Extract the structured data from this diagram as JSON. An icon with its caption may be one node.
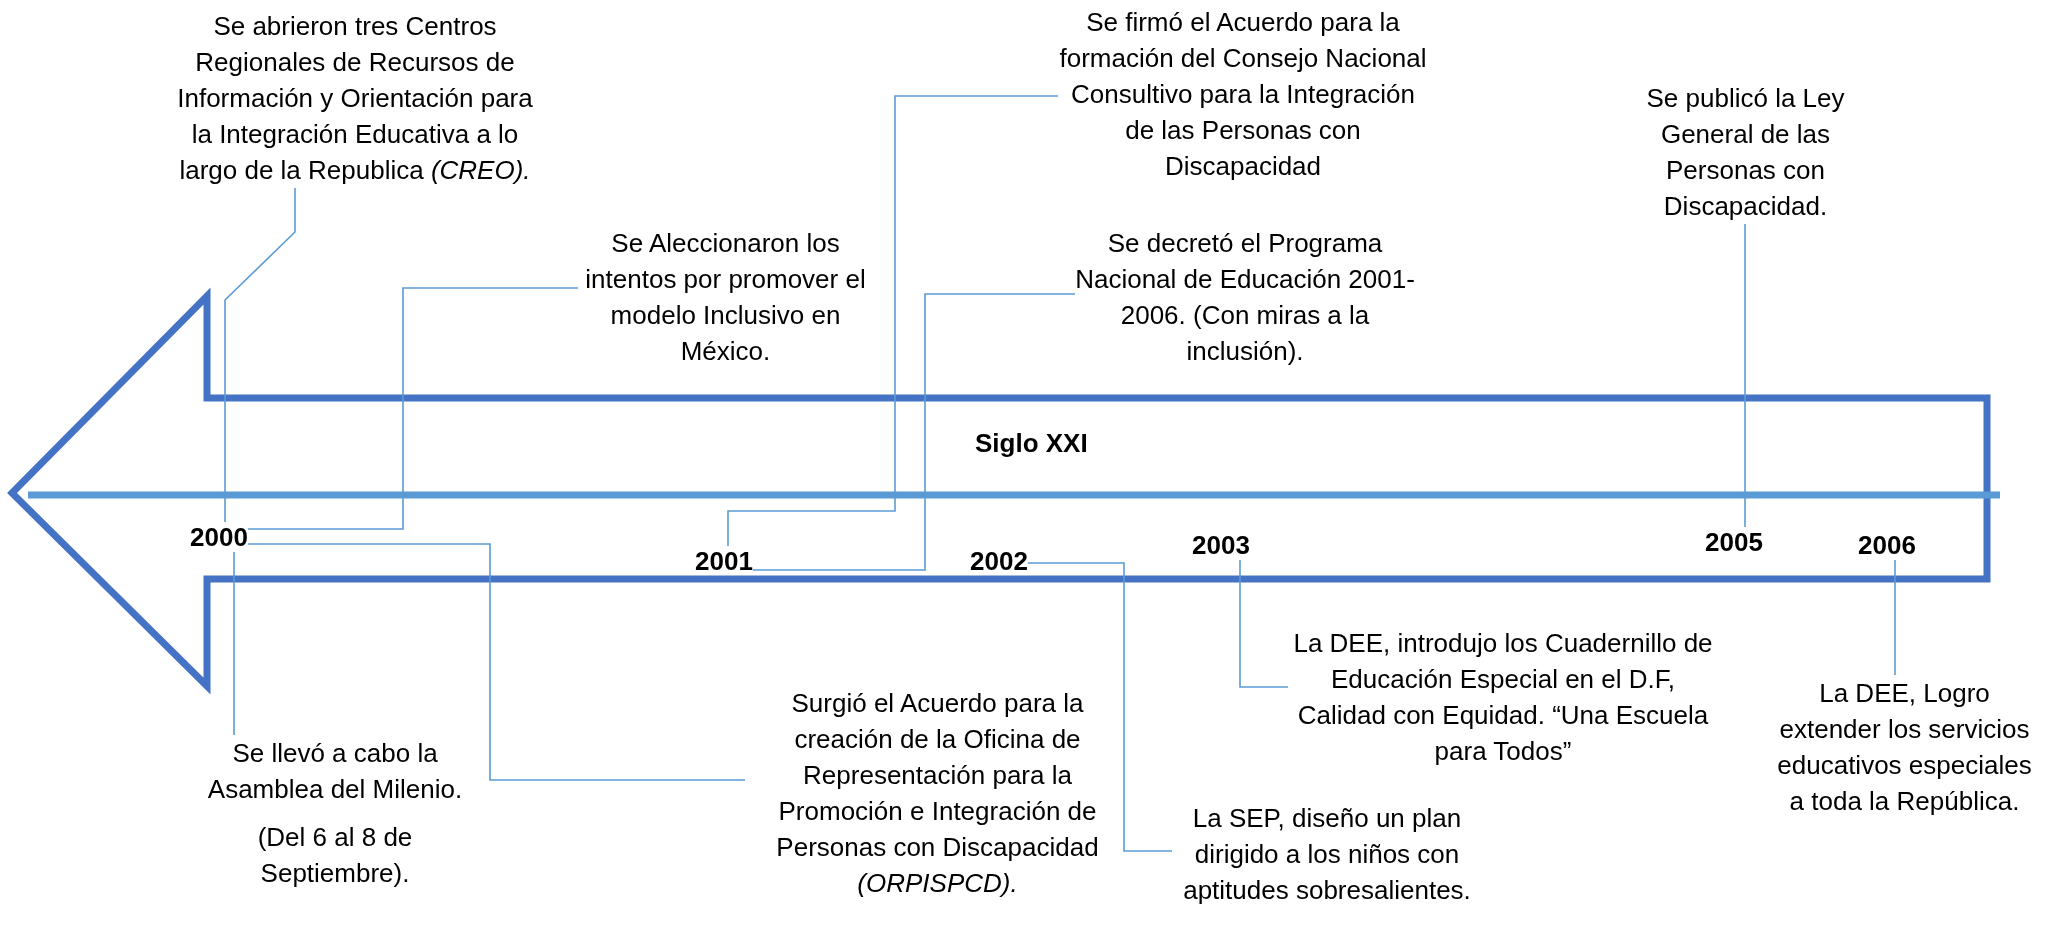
{
  "diagram": {
    "nodes": [
      {
        "text": [
          "Siglo XXI"
        ]
      },
      {
        "text": [
          "2000"
        ],
        "in": 0
      },
      {
        "text": [
          "2001"
        ],
        "in": 0
      },
      {
        "text": [
          "2002"
        ],
        "in": 0
      },
      {
        "text": [
          "2003"
        ],
        "in": 0
      },
      {
        "text": [
          "2005"
        ],
        "in": 0
      },
      {
        "text": [
          "2006"
        ],
        "in": 0
      },
      {
        "text": [
          "Se abrieron tres Centros Regionales de Recursos de Información y Orientación para la Integración Educativa a lo largo de la Republica *(CREO).*"
        ]
      },
      {
        "text": [
          "Se Aleccionaron los intentos por promover el modelo Inclusivo en México."
        ]
      },
      {
        "text": [
          "Se firmó el Acuerdo para la formación del Consejo Nacional Consultivo para la Integración de las Personas con Discapacidad"
        ]
      },
      {
        "text": [
          "Se decretó el Programa Nacional de Educación 2001-2006. (Con miras a la inclusión)."
        ]
      },
      {
        "text": [
          "Se publicó la Ley General de las Personas con Discapacidad."
        ]
      },
      {
        "text": [
          "Se llevó a cabo la Asamblea del Milenio.",
          "(Del 6 al 8 de Septiembre)."
        ]
      },
      {
        "text": [
          "Surgió el Acuerdo para la creación de la Oficina de Representación para la Promoción e Integración de Personas con Discapacidad *(ORPISPCD).*"
        ]
      },
      {
        "text": [
          "La SEP, diseño un plan dirigido a los niños con aptitudes sobresalientes."
        ]
      },
      {
        "text": [
          "La DEE, introdujo los Cuadernillo de Educación Especial en el D.F, Calidad con Equidad. “Una Escuela para Todos”"
        ]
      },
      {
        "text": [
          "La DEE, Logro extender los servicios educativos especiales a toda la República."
        ]
      }
    ],
    "edges": [
      {
        "from": 7,
        "to": 1,
        "arrow": "none"
      },
      {
        "from": 8,
        "to": 1,
        "arrow": "none"
      },
      {
        "from": 9,
        "to": 2,
        "arrow": "none"
      },
      {
        "from": 10,
        "to": 2,
        "arrow": "none"
      },
      {
        "from": 11,
        "to": 5,
        "arrow": "none"
      },
      {
        "from": 12,
        "to": 1,
        "arrow": "none"
      },
      {
        "from": 13,
        "to": 1,
        "arrow": "none"
      },
      {
        "from": 14,
        "to": 3,
        "arrow": "none"
      },
      {
        "from": 15,
        "to": 4,
        "arrow": "none"
      },
      {
        "from": 16,
        "to": 6,
        "arrow": "none"
      }
    ]
  }
}
